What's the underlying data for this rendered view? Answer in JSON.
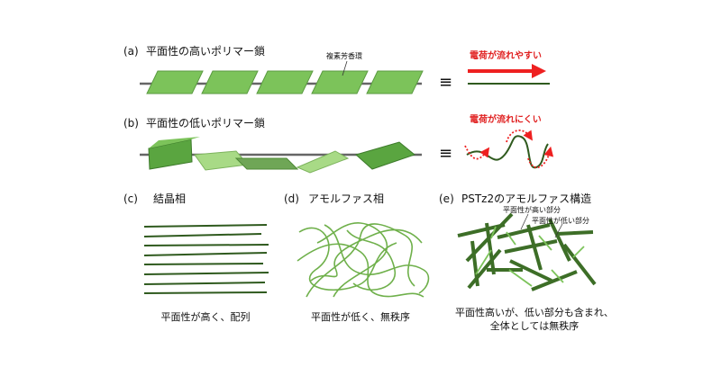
{
  "panel_a": {
    "tag": "(a)",
    "title": "平面性の高いポリマー鎖",
    "ring_label": "複素芳香環",
    "charge_label": "電荷が流れやすい",
    "equiv": "≡"
  },
  "panel_b": {
    "tag": "(b)",
    "title": "平面性の低いポリマー鎖",
    "charge_label": "電荷が流れにくい",
    "equiv": "≡"
  },
  "panel_c": {
    "tag": "(c)",
    "title": "結晶相",
    "caption": "平面性が高く、配列"
  },
  "panel_d": {
    "tag": "(d)",
    "title": "アモルファス相",
    "caption": "平面性が低く、無秩序"
  },
  "panel_e": {
    "tag": "(e)",
    "title": "PSTz2のアモルファス構造",
    "high_label": "平面性が高い部分",
    "low_label": "平面性が低い部分",
    "caption_line1": "平面性高いが、低い部分も含まれ、",
    "caption_line2": "全体としては無秩序"
  },
  "colors": {
    "green_fill": "#7cc35a",
    "green_dark": "#4f8a36",
    "green_light": "#a8da86",
    "chain_line": "#666666",
    "dark_line": "#2f5a1e",
    "arrow_red": "#ee2020"
  }
}
